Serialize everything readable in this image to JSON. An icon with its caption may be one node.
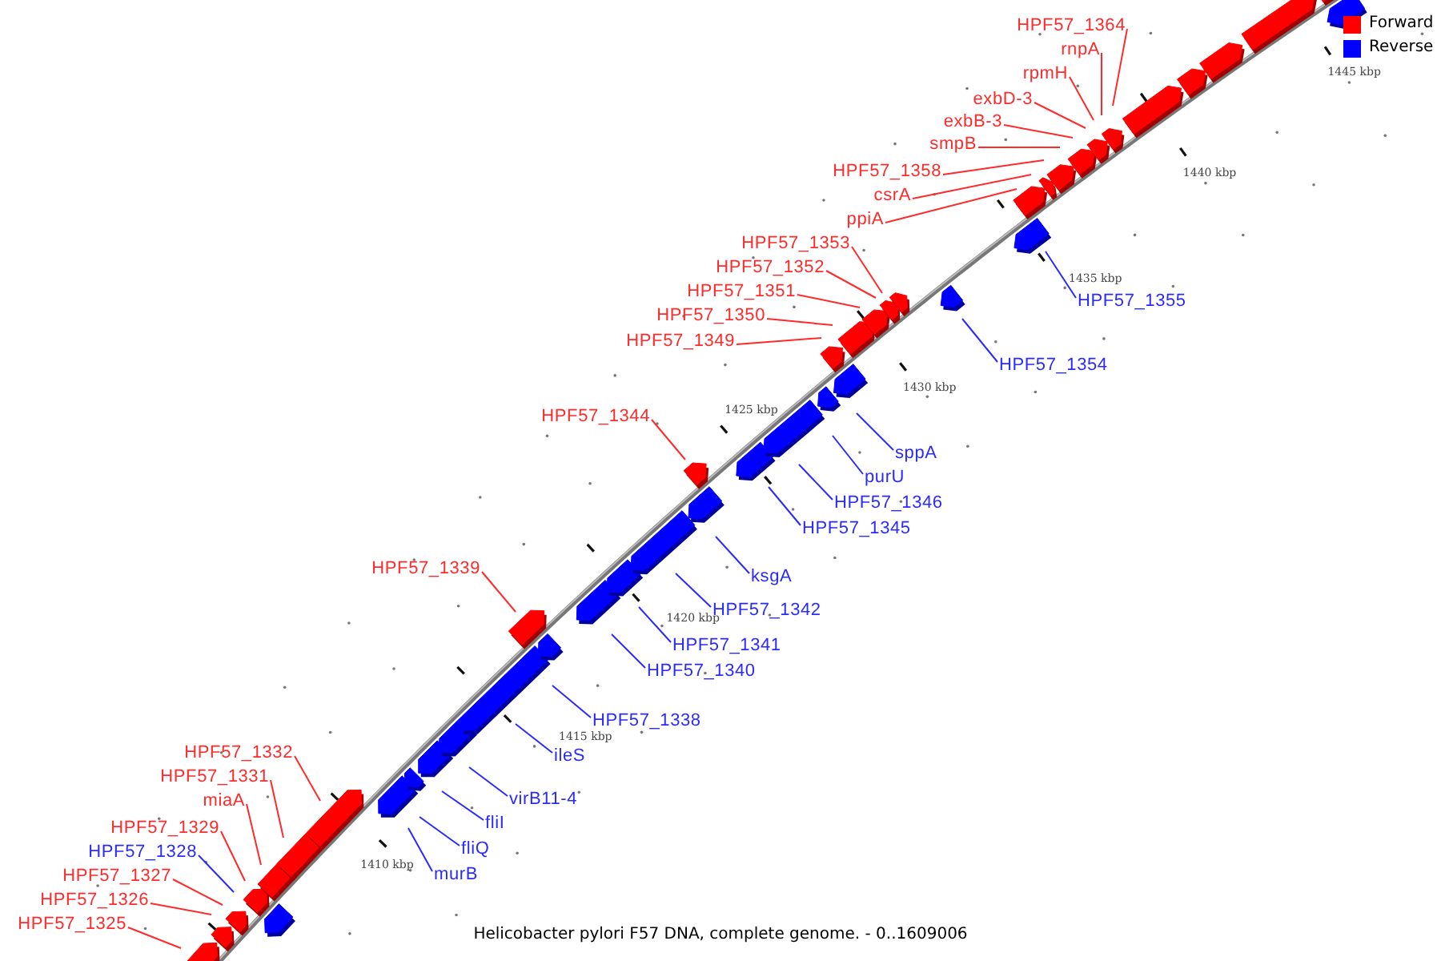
{
  "diagram": {
    "caption": "Helicobacter pylori F57 DNA, complete genome. - 0..1609006",
    "nodes": [
      {
        "text": [
          "HPF57_1364"
        ]
      },
      {
        "text": [
          "rnpA"
        ]
      },
      {
        "text": [
          "rpmH"
        ]
      },
      {
        "text": [
          "exbD-3"
        ]
      },
      {
        "text": [
          "exbB-3"
        ]
      },
      {
        "text": [
          "smpB"
        ]
      },
      {
        "text": [
          "HPF57_1358"
        ]
      },
      {
        "text": [
          "csrA"
        ]
      },
      {
        "text": [
          "ppiA"
        ]
      },
      {
        "text": [
          "HPF57_1353"
        ]
      },
      {
        "text": [
          "HPF57_1352"
        ]
      },
      {
        "text": [
          "HPF57_1351"
        ]
      },
      {
        "text": [
          "HPF57_1355"
        ]
      },
      {
        "text": [
          "HPF57_1350"
        ]
      },
      {
        "text": [
          "HPF57_1349"
        ]
      },
      {
        "text": [
          "HPF57_1354"
        ]
      },
      {
        "text": [
          "HPF57_1344"
        ]
      },
      {
        "text": [
          "sppA"
        ]
      },
      {
        "text": [
          "purU"
        ]
      },
      {
        "text": [
          "HPF57_1346"
        ]
      },
      {
        "text": [
          "HPF57_1345"
        ]
      },
      {
        "text": [
          "HPF57_1339"
        ]
      },
      {
        "text": [
          "ksgA"
        ]
      },
      {
        "text": [
          "HPF57_1342"
        ]
      },
      {
        "text": [
          "HPF57_1341"
        ]
      },
      {
        "text": [
          "HPF57_1340"
        ]
      },
      {
        "text": [
          "HPF57_1338"
        ]
      },
      {
        "text": [
          "HPF57_1332"
        ]
      },
      {
        "text": [
          "ileS"
        ]
      },
      {
        "text": [
          "HPF57_1331"
        ]
      },
      {
        "text": [
          "virB11-4"
        ]
      },
      {
        "text": [
          "miaA"
        ]
      },
      {
        "text": [
          "fliI"
        ]
      },
      {
        "text": [
          "HPF57_1329"
        ]
      },
      {
        "text": [
          "fliQ"
        ]
      },
      {
        "text": [
          "HPF57_1328"
        ]
      },
      {
        "text": [
          "murB"
        ]
      },
      {
        "text": [
          "HPF57_1327"
        ]
      },
      {
        "text": [
          "HPF57_1326"
        ]
      },
      {
        "text": [
          "HPF57_1325"
        ]
      }
    ],
    "edges": [
      {
        "from": 0,
        "to": null,
        "arrow": "none"
      },
      {
        "from": 1,
        "to": null,
        "arrow": "none"
      },
      {
        "from": 2,
        "to": null,
        "arrow": "none"
      },
      {
        "from": 3,
        "to": null,
        "arrow": "none"
      },
      {
        "from": 4,
        "to": null,
        "arrow": "none"
      },
      {
        "from": 5,
        "to": null,
        "arrow": "none"
      },
      {
        "from": 6,
        "to": null,
        "arrow": "none"
      },
      {
        "from": 7,
        "to": null,
        "arrow": "none"
      },
      {
        "from": 8,
        "to": null,
        "arrow": "none"
      },
      {
        "from": 9,
        "to": null,
        "arrow": "none"
      },
      {
        "from": 10,
        "to": null,
        "arrow": "none"
      },
      {
        "from": 11,
        "to": null,
        "arrow": "none"
      },
      {
        "from": 12,
        "to": null,
        "arrow": "none",
        "color": "#2a2aff"
      },
      {
        "from": 13,
        "to": null,
        "arrow": "none"
      },
      {
        "from": 14,
        "to": null,
        "arrow": "none"
      },
      {
        "from": 15,
        "to": null,
        "arrow": "none",
        "color": "#2a2aff"
      },
      {
        "from": 16,
        "to": null,
        "arrow": "none"
      },
      {
        "from": 17,
        "to": null,
        "arrow": "none",
        "color": "#2a2aff"
      },
      {
        "from": 18,
        "to": null,
        "arrow": "none",
        "color": "#2a2aff"
      },
      {
        "from": 19,
        "to": null,
        "arrow": "none",
        "color": "#2a2aff"
      },
      {
        "from": 20,
        "to": null,
        "arrow": "none",
        "color": "#2a2aff"
      },
      {
        "from": 21,
        "to": null,
        "arrow": "none"
      },
      {
        "from": 22,
        "to": null,
        "arrow": "none",
        "color": "#2a2aff"
      },
      {
        "from": 23,
        "to": null,
        "arrow": "none",
        "color": "#2a2aff"
      },
      {
        "from": 24,
        "to": null,
        "arrow": "none",
        "color": "#2a2aff"
      },
      {
        "from": 25,
        "to": null,
        "arrow": "none",
        "color": "#2a2aff"
      },
      {
        "from": 26,
        "to": null,
        "arrow": "none",
        "color": "#2a2aff"
      },
      {
        "from": 27,
        "to": null,
        "arrow": "none"
      },
      {
        "from": 28,
        "to": null,
        "arrow": "none",
        "color": "#2a2aff"
      },
      {
        "from": 29,
        "to": null,
        "arrow": "none"
      },
      {
        "from": 30,
        "to": null,
        "arrow": "none",
        "color": "#2a2aff"
      },
      {
        "from": 31,
        "to": null,
        "arrow": "none"
      },
      {
        "from": 32,
        "to": null,
        "arrow": "none",
        "color": "#2a2aff"
      },
      {
        "from": 33,
        "to": null,
        "arrow": "none"
      },
      {
        "from": 34,
        "to": null,
        "arrow": "none",
        "color": "#2a2aff"
      },
      {
        "from": 35,
        "to": null,
        "arrow": "none",
        "color": "#2a2aff"
      },
      {
        "from": 36,
        "to": null,
        "arrow": "none",
        "color": "#2a2aff"
      },
      {
        "from": 37,
        "to": null,
        "arrow": "none"
      },
      {
        "from": 38,
        "to": null,
        "arrow": "none"
      },
      {
        "from": 39,
        "to": null,
        "arrow": "none"
      }
    ],
    "labels": [
      "1445 kbp",
      "1440 kbp",
      "1435 kbp",
      "1430 kbp",
      "1425 kbp",
      "1420 kbp",
      "1415 kbp",
      "1410 kbp"
    ],
    "legend": [
      {
        "text": "Forward",
        "color": "#ff0000"
      },
      {
        "text": "Reverse",
        "color": "#0000ff"
      }
    ]
  }
}
